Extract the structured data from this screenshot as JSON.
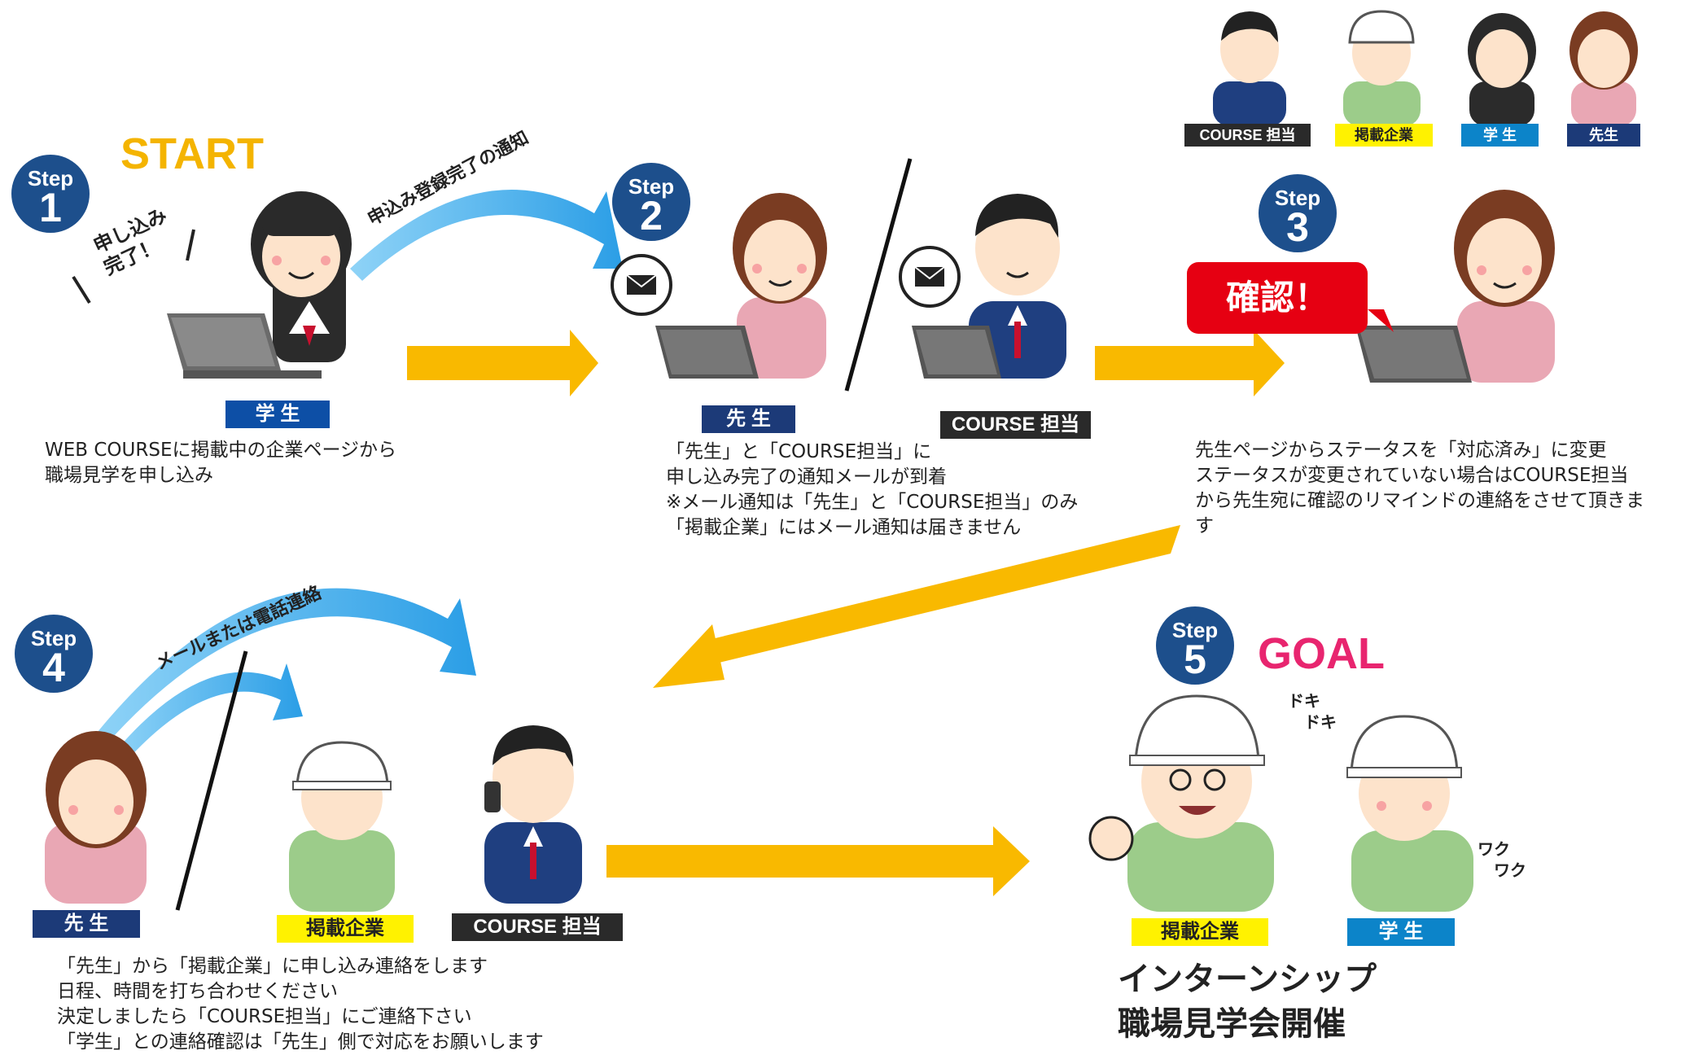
{
  "legend": {
    "course": "COURSE 担当",
    "company": "掲載企業",
    "student": "学 生",
    "teacher": "先生"
  },
  "start_label": "START",
  "goal_label": "GOAL",
  "steps": [
    {
      "word": "Step",
      "num": "1"
    },
    {
      "word": "Step",
      "num": "2"
    },
    {
      "word": "Step",
      "num": "3"
    },
    {
      "word": "Step",
      "num": "4"
    },
    {
      "word": "Step",
      "num": "5"
    }
  ],
  "step1": {
    "bubble": "申し込み\n完了！",
    "arc_label": "申込み登録完了の通知",
    "tag": "学 生",
    "desc": "WEB COURSEに掲載中の企業ページから\n職場見学を申し込み"
  },
  "step2": {
    "tag_teacher": "先 生",
    "tag_course": "COURSE 担当",
    "desc": "「先生」と「COURSE担当」に\n申し込み完了の通知メールが到着\n※メール通知は「先生」と「COURSE担当」のみ\n「掲載企業」にはメール通知は届きません"
  },
  "step3": {
    "bubble": "確認！",
    "desc": "先生ページからステータスを「対応済み」に変更\nステータスが変更されていない場合はCOURSE担当\nから先生宛に確認のリマインドの連絡をさせて頂きま\nす"
  },
  "step4": {
    "arc_label": "メールまたは電話連絡",
    "tag_teacher": "先 生",
    "tag_company": "掲載企業",
    "tag_course": "COURSE 担当",
    "desc": "「先生」から「掲載企業」に申し込み連絡をします\n日程、時間を打ち合わせください\n決定しましたら「COURSE担当」にご連絡下さい\n「学生」との連絡確認は「先生」側で対応をお願いします"
  },
  "step5": {
    "doki": "ドキ\n　ドキ",
    "waku": "ワク\n　ワク",
    "tag_company": "掲載企業",
    "tag_student": "学 生",
    "title1": "インターンシップ",
    "title2": "職場見学会開催"
  },
  "colors": {
    "arrow_yellow": "#f9b900",
    "arrow_blue": "#3aa7e8",
    "step_circle": "#1d4f8c",
    "start_text": "#f4b400",
    "goal_text": "#e8256f",
    "bubble_red": "#e60012"
  },
  "icons": [
    "envelope-icon",
    "laptop-icon",
    "person-icon",
    "helmet-icon",
    "phone-icon"
  ]
}
